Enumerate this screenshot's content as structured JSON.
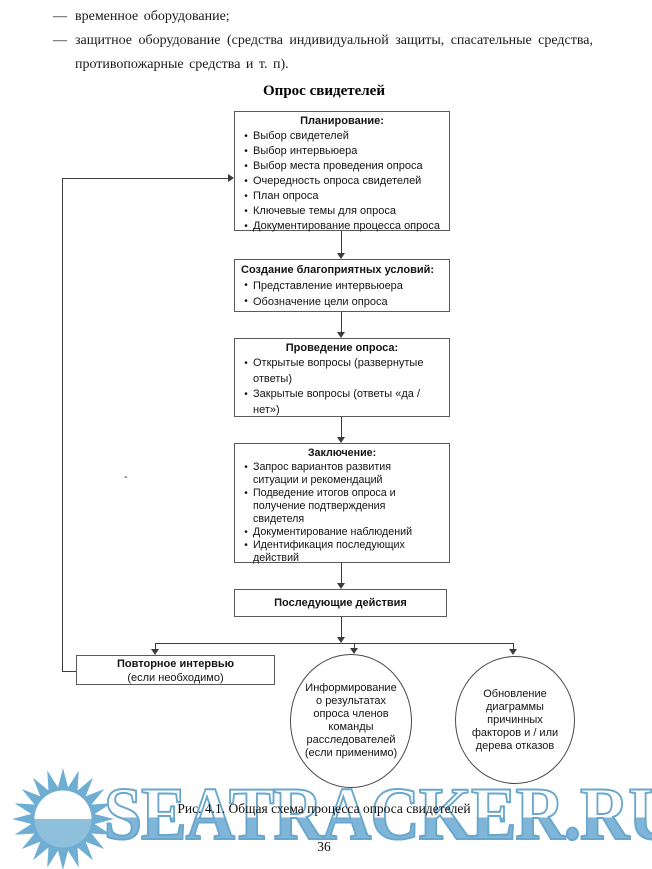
{
  "page": {
    "bullets": [
      {
        "dash": "—",
        "text": "временное оборудование;"
      },
      {
        "dash": "—",
        "text": "защитное оборудование (средства индивидуальной защиты, спасательные средства, противопожарные средства и т. п)."
      }
    ],
    "stray_mark": "-",
    "caption": "Рис. 4.1. Общая схема процесса опроса свидетелей",
    "page_number": "36"
  },
  "diagram": {
    "title": "Опрос свидетелей",
    "bullet_char": "•",
    "boxes": [
      {
        "header": "Планирование:",
        "items": [
          "Выбор свидетелей",
          "Выбор интервьюера",
          "Выбор места проведения опроса",
          "Очередность опроса свидетелей",
          "План опроса",
          "Ключевые темы для опроса",
          "Документирование процесса опроса"
        ]
      },
      {
        "header": "Создание благоприятных условий:",
        "items": [
          "Представление интервьюера",
          "Обозначение цели опроса"
        ]
      },
      {
        "header": "Проведение опроса:",
        "items": [
          "Открытые вопросы (развернутые ответы)",
          "Закрытые вопросы (ответы «да / нет»)"
        ]
      },
      {
        "header": "Заключение:",
        "items": [
          "Запрос вариантов развития ситуации и рекомендаций",
          "Подведение итогов опроса и получение подтверждения свидетеля",
          "Документирование наблюдений",
          "Идентификация последующих действий"
        ]
      }
    ],
    "followup_box": "Последующие действия",
    "repeat_box": {
      "line1": "Повторное интервью",
      "line2": "(если необходимо)"
    },
    "circles": [
      {
        "lines": [
          "Информирование",
          "о результатах",
          "опроса членов",
          "команды",
          "расследователей",
          "(если применимо)"
        ]
      },
      {
        "lines": [
          "Обновление",
          "диаграммы",
          "причинных",
          "факторов и / или",
          "дерева отказов"
        ]
      }
    ]
  },
  "watermark": {
    "text": "SEATRACKER.RU",
    "blue": "#74afd5",
    "sun_icon": "sun-logo"
  }
}
